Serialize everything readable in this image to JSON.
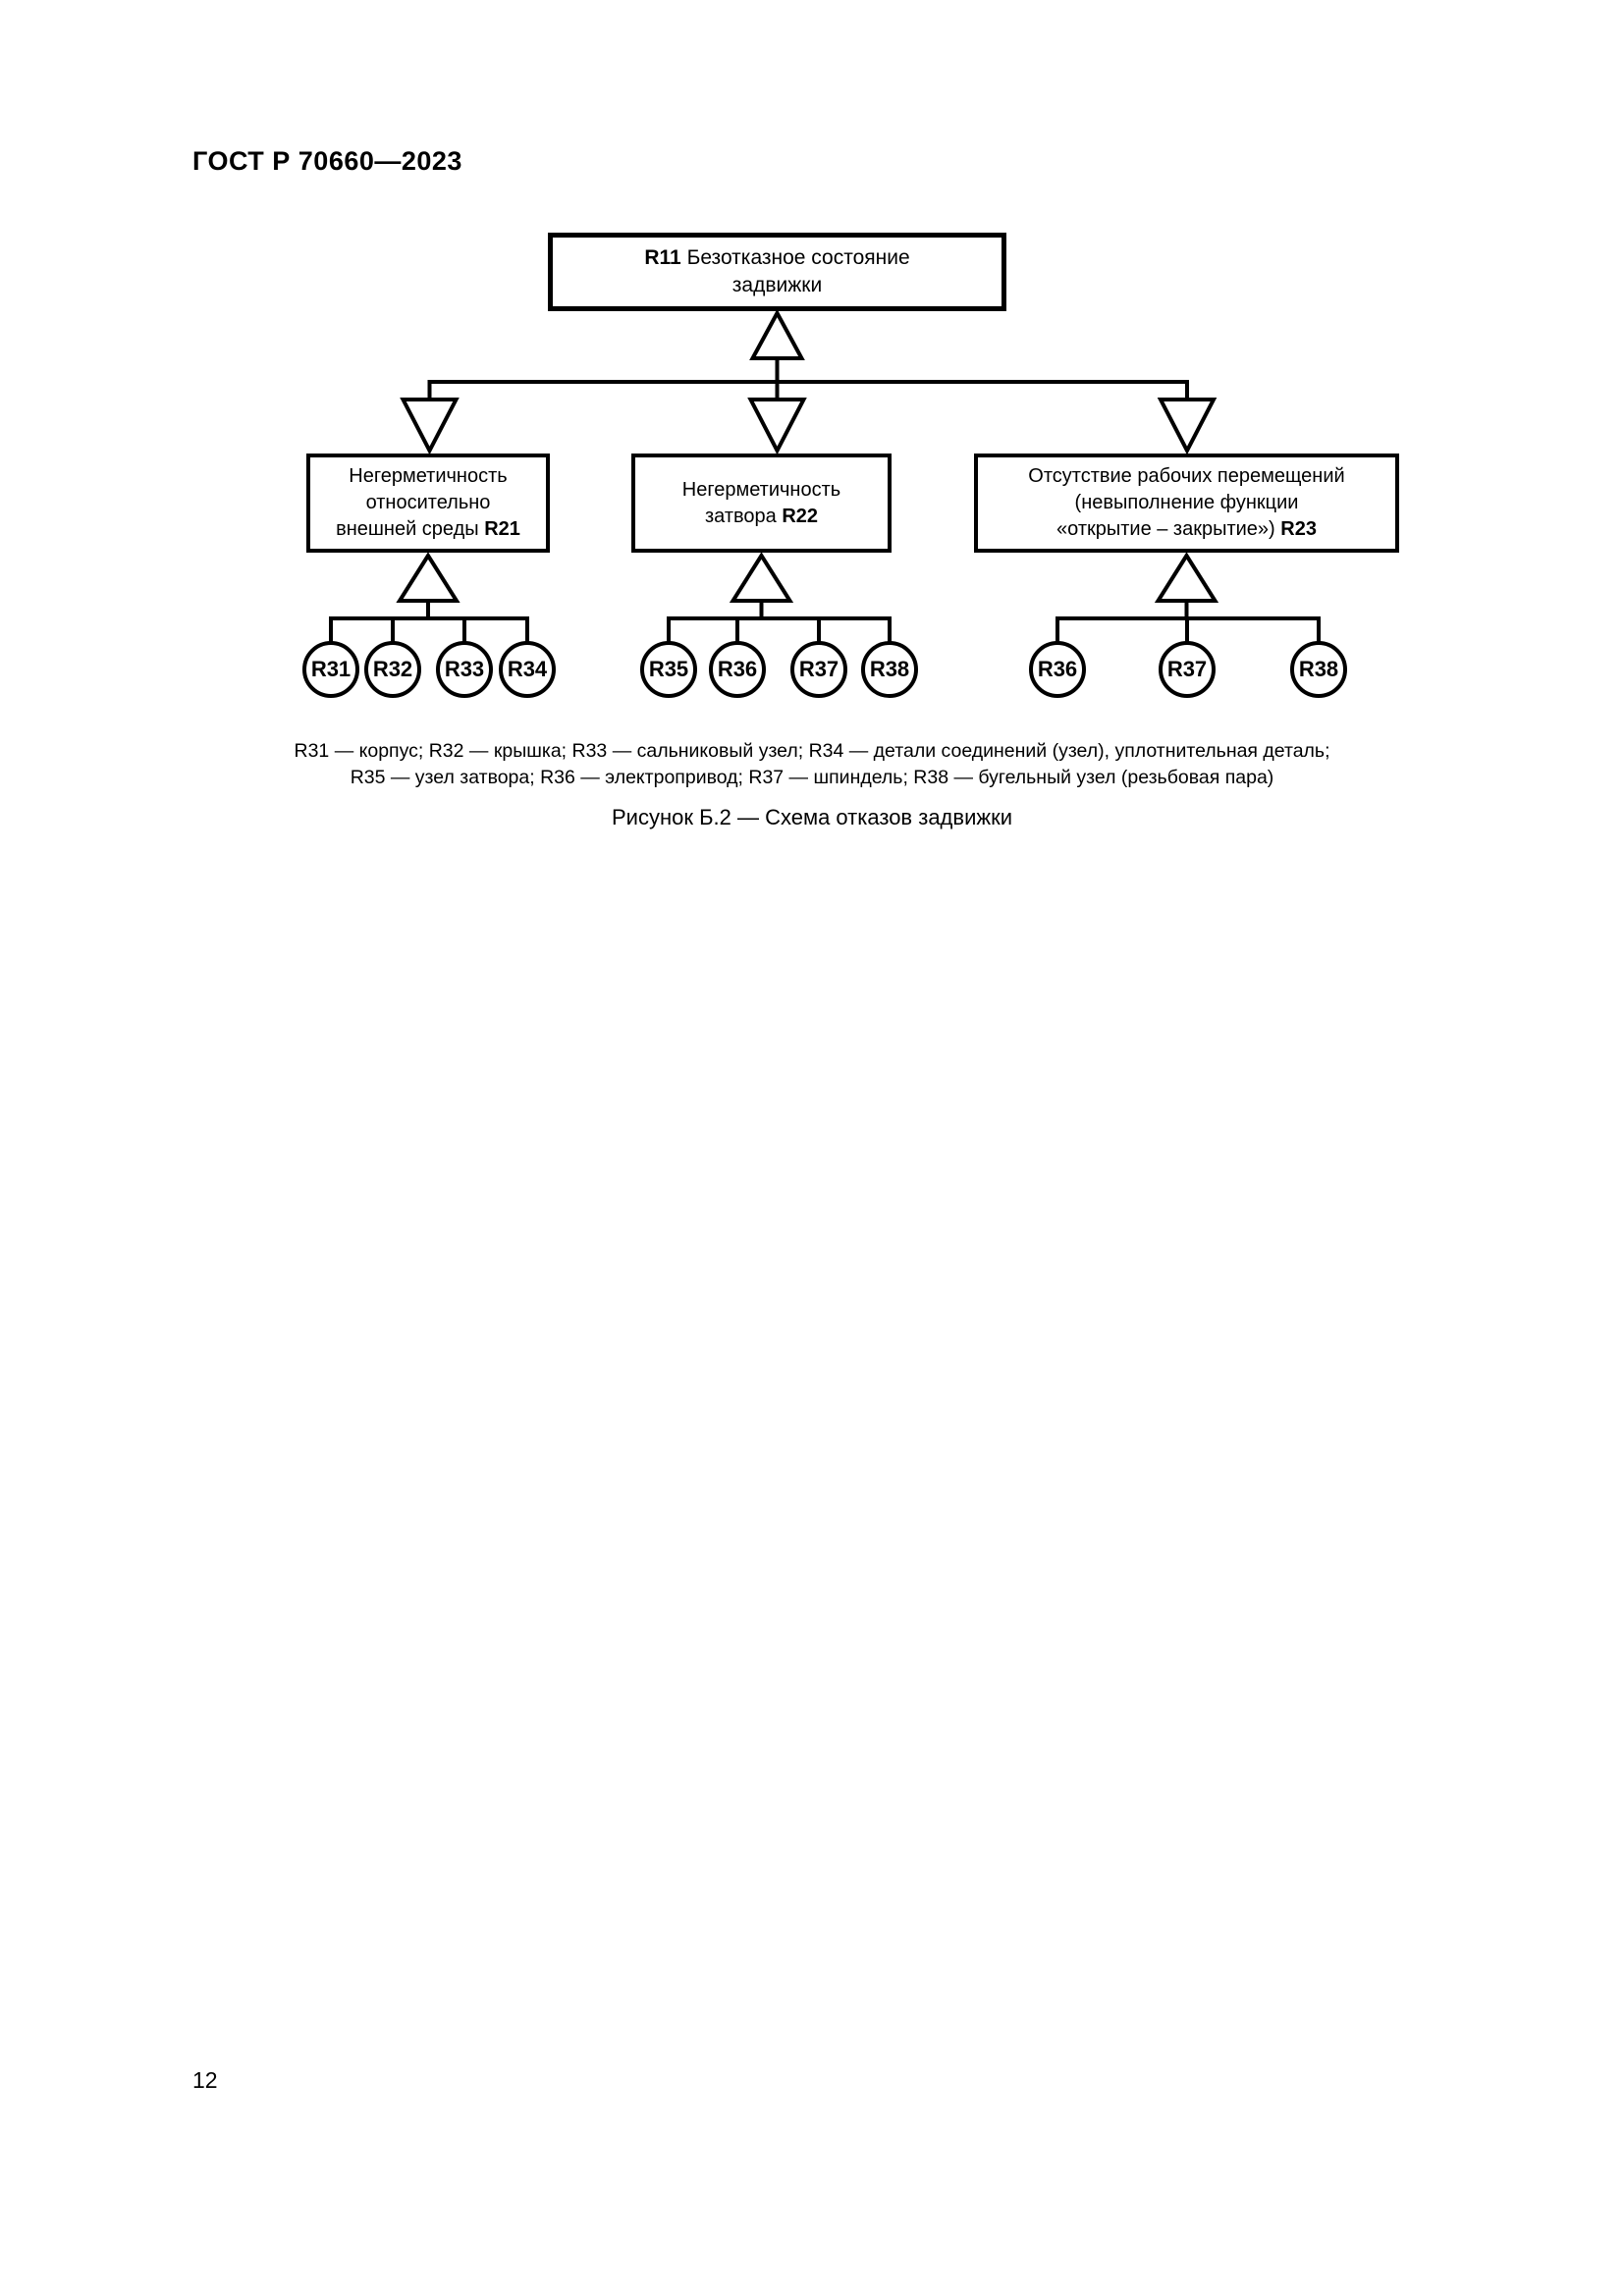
{
  "page": {
    "header": "ГОСТ Р 70660—2023",
    "page_number": "12"
  },
  "diagram": {
    "root": {
      "code": "R11",
      "title_rest": "Безотказное состояние",
      "title_line2": "задвижки"
    },
    "branches": [
      {
        "line1": "Негерметичность",
        "line2": "относительно",
        "line3": "внешней среды",
        "code": "R21"
      },
      {
        "line1": "Негерметичность",
        "line2": "затвора",
        "code": "R22"
      },
      {
        "line1": "Отсутствие рабочих перемещений",
        "line2": "(невыполнение функции",
        "line3": "«открытие – закрытие»)",
        "code": "R23"
      }
    ],
    "leaves": {
      "group1": [
        "R31",
        "R32",
        "R33",
        "R34"
      ],
      "group2": [
        "R35",
        "R36",
        "R37",
        "R38"
      ],
      "group3": [
        "R36",
        "R37",
        "R38"
      ]
    }
  },
  "figure": {
    "legend_line1": "R31 — корпус; R32 — крышка; R33 — сальниковый узел; R34 — детали соединений (узел), уплотнительная деталь;",
    "legend_line2": "R35 — узел затвора; R36 — электропривод; R37 — шпиндель; R38 — бугельный узел (резьбовая пара)",
    "caption": "Рисунок Б.2 — Схема отказов задвижки"
  }
}
